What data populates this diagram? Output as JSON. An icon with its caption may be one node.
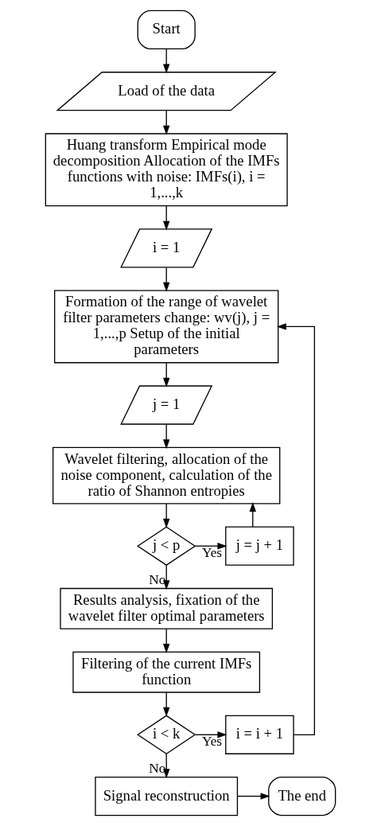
{
  "diagram": {
    "nodes": [
      {
        "text": [
          "Start"
        ]
      },
      {
        "text": [
          "Load of the data"
        ]
      },
      {
        "text": [
          "Huang transform Empirical mode decomposition Allocation of the IMFs functions with noise: IMFs(i), i = 1,...,k"
        ]
      },
      {
        "text": [
          "i = 1"
        ]
      },
      {
        "text": [
          "Formation of the range of wavelet filter parameters change: wv(j), j = 1,...,p Setup of the initial parameters"
        ]
      },
      {
        "text": [
          "j = 1"
        ]
      },
      {
        "text": [
          "Wavelet filtering, allocation of the noise component, calculation of the ratio of Shannon entropies"
        ]
      },
      {
        "text": [
          "j < p"
        ]
      },
      {
        "text": [
          "j = j + 1"
        ]
      },
      {
        "text": [
          "Results analysis, fixation of the wavelet filter optimal parameters"
        ]
      },
      {
        "text": [
          "Filtering of the current IMFs function"
        ]
      },
      {
        "text": [
          "i < k"
        ]
      },
      {
        "text": [
          "i = i + 1"
        ]
      },
      {
        "text": [
          "Signal reconstruction"
        ]
      },
      {
        "text": [
          "The end"
        ]
      }
    ],
    "edges": [
      {
        "from": 0,
        "to": 1,
        "arrow": "to"
      },
      {
        "from": 1,
        "to": 2,
        "arrow": "to"
      },
      {
        "from": 2,
        "to": 3,
        "arrow": "to"
      },
      {
        "from": 3,
        "to": 4,
        "arrow": "to"
      },
      {
        "from": 4,
        "to": 5,
        "arrow": "to"
      },
      {
        "from": 5,
        "to": 6,
        "arrow": "to"
      },
      {
        "from": 6,
        "to": 7,
        "arrow": "to"
      },
      {
        "from": 7,
        "to": 8,
        "arrow": "to",
        "label": "Yes"
      },
      {
        "from": 8,
        "to": 6,
        "arrow": "to"
      },
      {
        "from": 7,
        "to": 9,
        "arrow": "to",
        "label": "No"
      },
      {
        "from": 9,
        "to": 10,
        "arrow": "to"
      },
      {
        "from": 10,
        "to": 11,
        "arrow": "to"
      },
      {
        "from": 11,
        "to": 12,
        "arrow": "to",
        "label": "Yes"
      },
      {
        "from": 12,
        "to": 4,
        "arrow": "to"
      },
      {
        "from": 11,
        "to": 13,
        "arrow": "to",
        "label": "No"
      },
      {
        "from": 13,
        "to": 14,
        "arrow": "to"
      }
    ]
  }
}
